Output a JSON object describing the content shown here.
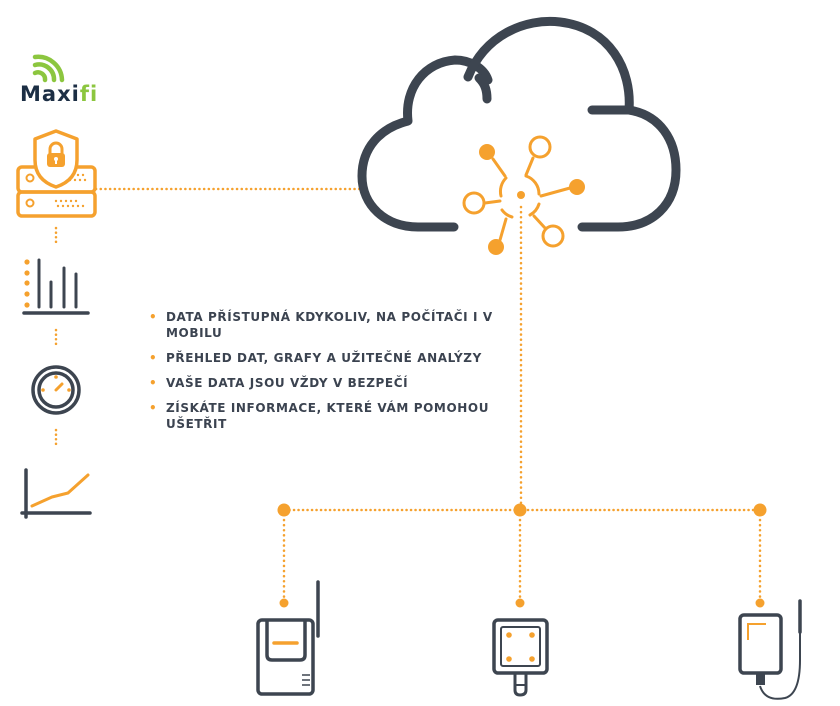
{
  "brand": {
    "name_main": "Maxi",
    "name_accent": "fi",
    "colors": {
      "dark": "#1c2e44",
      "green": "#8cc63f"
    }
  },
  "palette": {
    "accent": "#f5a12e",
    "outline": "#3d4550",
    "text": "#3b4350"
  },
  "left_column": {
    "icons": [
      "server-shield-lock-icon",
      "bar-chart-icon",
      "gauge-icon",
      "line-chart-icon"
    ]
  },
  "cloud": {
    "icon": "cloud-icon",
    "hub_icon": "network-hub-icon"
  },
  "features": [
    {
      "bullet": "•",
      "text": "DATA PŘÍSTUPNÁ KDYKOLIV, NA POČÍTAČI I V MOBILU"
    },
    {
      "bullet": "•",
      "text": "PŘEHLED DAT, GRAFY A UŽITEČNÉ ANALÝZY"
    },
    {
      "bullet": "•",
      "text": "VAŠE DATA JSOU VŽDY V BEZPEČÍ"
    },
    {
      "bullet": "•",
      "text": "ZÍSKÁTE INFORMACE, KTERÉ VÁM POMOHOU UŠETŘIT"
    }
  ],
  "devices": [
    {
      "icon": "wireless-logger-with-antenna-icon"
    },
    {
      "icon": "wall-sensor-icon"
    },
    {
      "icon": "probe-logger-icon"
    }
  ]
}
